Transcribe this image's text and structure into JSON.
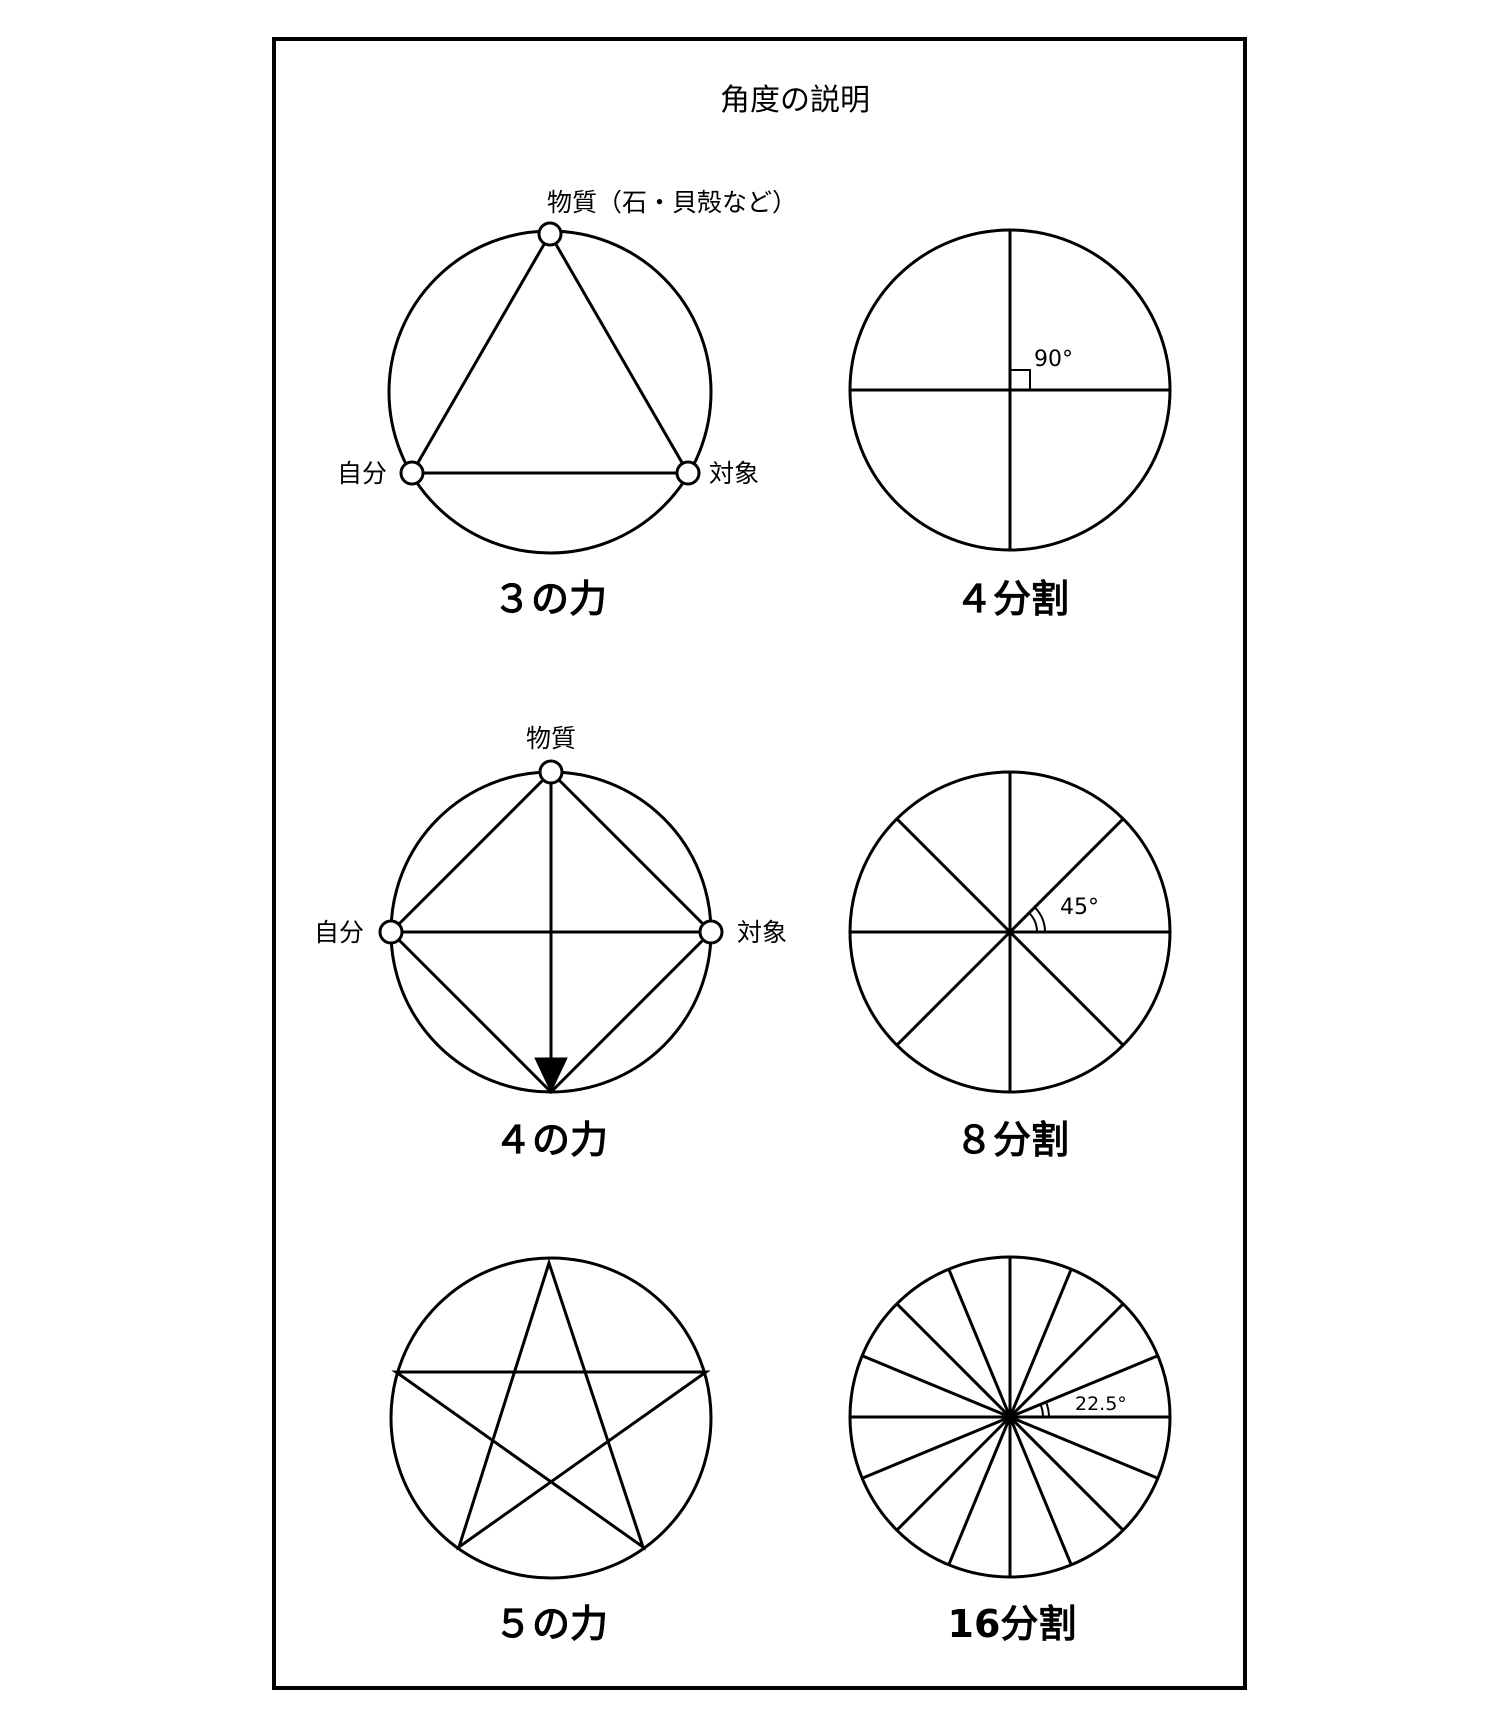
{
  "title": "角度の説明",
  "diagrams": {
    "three_force": {
      "caption": "３の力",
      "top_label": "物質（石・貝殻など）",
      "left_label": "自分",
      "right_label": "対象"
    },
    "four_division": {
      "caption": "４分割",
      "angle": "90°"
    },
    "four_force": {
      "caption": "４の力",
      "top_label": "物質",
      "left_label": "自分",
      "right_label": "対象"
    },
    "eight_division": {
      "caption": "８分割",
      "angle": "45°"
    },
    "five_force": {
      "caption": "５の力"
    },
    "sixteen_division": {
      "caption": "16分割",
      "angle": "22.5°"
    }
  },
  "colors": {
    "stroke": "#000000",
    "background": "#ffffff"
  }
}
